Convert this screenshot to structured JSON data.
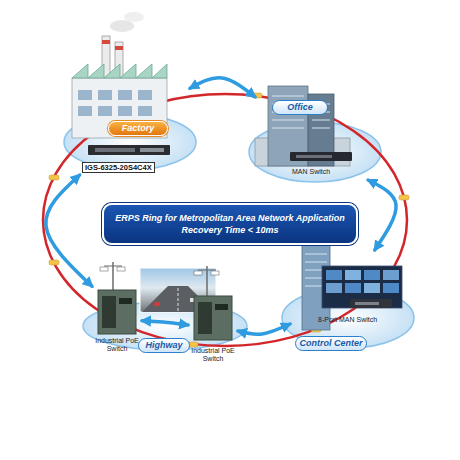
{
  "diagram": {
    "nodes": [
      {
        "text": [
          "Factory",
          "IGS-6325-20S4C4X"
        ]
      },
      {
        "text": [
          "Office",
          "MAN Switch"
        ]
      },
      {
        "text": [
          "ERPS Ring for Metropolitan Area Network Application Recovery Time < 10ms"
        ]
      },
      {
        "text": [
          "Industrial PoE Switch"
        ]
      },
      {
        "text": [
          "Highway"
        ]
      },
      {
        "text": [
          "Industrial PoE Switch"
        ]
      },
      {
        "text": [
          "8-Port MAN Switch",
          "Control Center"
        ]
      }
    ],
    "edges": [
      {
        "from": 0,
        "to": 1,
        "arrow": "both"
      },
      {
        "from": 1,
        "to": 6,
        "arrow": "both"
      },
      {
        "from": 6,
        "to": 5,
        "arrow": "both"
      },
      {
        "from": 5,
        "to": 3,
        "arrow": "both"
      },
      {
        "from": 3,
        "to": 0,
        "arrow": "both"
      }
    ]
  }
}
